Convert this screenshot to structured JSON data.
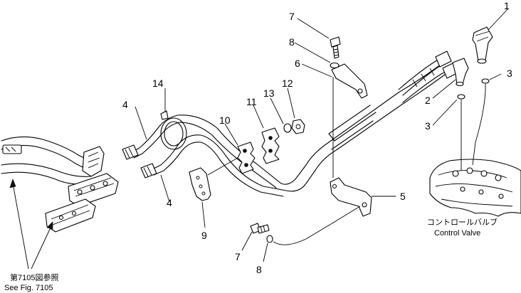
{
  "callouts": {
    "c1": "1",
    "c2": "2",
    "c3a": "3",
    "c3b": "3",
    "c4a": "4",
    "c4b": "4",
    "c5": "5",
    "c6": "6",
    "c7a": "7",
    "c7b": "7",
    "c8a": "8",
    "c8b": "8",
    "c9": "9",
    "c10": "10",
    "c11": "11",
    "c12": "12",
    "c13": "13",
    "c14": "14"
  },
  "control_valve": {
    "label_jp": "コントロールバルブ",
    "label_en": "Control Valve"
  },
  "reference": {
    "label_jp": "第7105図参照",
    "label_en": "See Fig. 7105"
  },
  "colors": {
    "ink": "#000000",
    "paper": "#ffffff"
  }
}
